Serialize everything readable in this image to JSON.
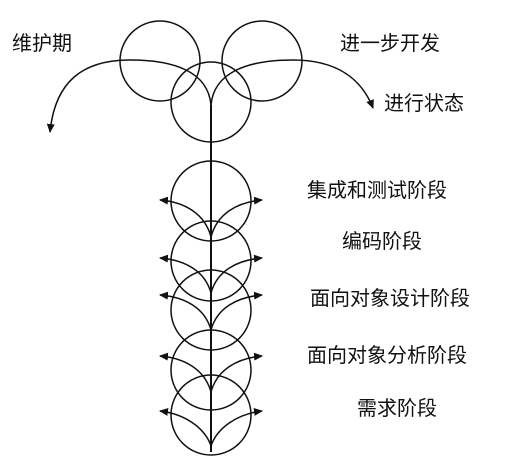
{
  "labels": {
    "maintenance": "维护期",
    "further_dev": "进一步开发",
    "in_progress": "进行状态",
    "integration_test": "集成和测试阶段",
    "coding": "编码阶段",
    "oo_design": "面向对象设计阶段",
    "oo_analysis": "面向对象分析阶段",
    "requirements": "需求阶段"
  },
  "colors": {
    "stroke": "#111111",
    "text": "#111111",
    "background": "#ffffff"
  }
}
